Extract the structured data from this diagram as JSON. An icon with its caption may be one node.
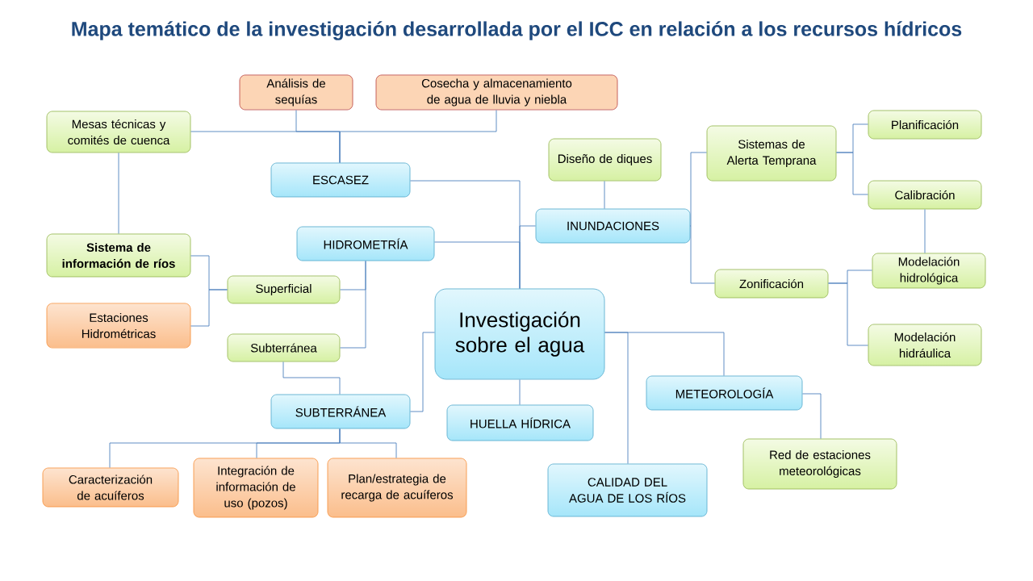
{
  "diagram": {
    "title": "Mapa temático de la investigación desarrollada por el ICC en relación a los recursos hídricos",
    "nodes": [
      {
        "text": [
          "Análisis de sequías"
        ]
      },
      {
        "text": [
          "Cosecha y almacenamiento de agua de lluvia y niebla"
        ]
      },
      {
        "text": [
          "Mesas técnicas y comités de cuenca"
        ]
      },
      {
        "text": [
          "ESCASEZ"
        ]
      },
      {
        "text": [
          "Diseño de diques"
        ]
      },
      {
        "text": [
          "Sistemas de Alerta Temprana"
        ]
      },
      {
        "text": [
          "Planificación"
        ]
      },
      {
        "text": [
          "INUNDACIONES"
        ]
      },
      {
        "text": [
          "Calibración"
        ]
      },
      {
        "text": [
          "HIDROMETRÍA"
        ]
      },
      {
        "text": [
          "Sistema de información de ríos"
        ]
      },
      {
        "text": [
          "Modelación hidrológica"
        ]
      },
      {
        "text": [
          "Zonificación"
        ]
      },
      {
        "text": [
          "Superficial"
        ]
      },
      {
        "text": [
          "Investigación sobre el agua"
        ]
      },
      {
        "text": [
          "Estaciones Hidrométricas"
        ]
      },
      {
        "text": [
          "Modelación hidráulica"
        ]
      },
      {
        "text": [
          "Subterránea"
        ]
      },
      {
        "text": [
          "METEOROLOGÍA"
        ]
      },
      {
        "text": [
          "SUBTERRÁNEA"
        ]
      },
      {
        "text": [
          "HUELLA HÍDRICA"
        ]
      },
      {
        "text": [
          "Red de estaciones meteorológicas"
        ]
      },
      {
        "text": [
          "Caracterización de acuíferos"
        ]
      },
      {
        "text": [
          "Integración de información de uso (pozos)"
        ]
      },
      {
        "text": [
          "Plan/estrategia de recarga de acuíferos"
        ]
      },
      {
        "text": [
          "CALIDAD DEL AGUA DE LOS RÍOS"
        ]
      }
    ],
    "edges": [
      {
        "from": 3,
        "to": 0,
        "arrow": "none"
      },
      {
        "from": 3,
        "to": 1,
        "arrow": "none"
      },
      {
        "from": 3,
        "to": 2,
        "arrow": "none"
      },
      {
        "from": 14,
        "to": 3,
        "arrow": "none"
      },
      {
        "from": 14,
        "to": 9,
        "arrow": "none"
      },
      {
        "from": 14,
        "to": 7,
        "arrow": "none"
      },
      {
        "from": 7,
        "to": 4,
        "arrow": "none"
      },
      {
        "from": 7,
        "to": 5,
        "arrow": "none"
      },
      {
        "from": 7,
        "to": 12,
        "arrow": "none"
      },
      {
        "from": 5,
        "to": 6,
        "arrow": "none"
      },
      {
        "from": 5,
        "to": 8,
        "arrow": "none"
      },
      {
        "from": 8,
        "to": 11,
        "arrow": "none"
      },
      {
        "from": 12,
        "to": 11,
        "arrow": "none"
      },
      {
        "from": 12,
        "to": 16,
        "arrow": "none"
      },
      {
        "from": 2,
        "to": 10,
        "arrow": "none"
      },
      {
        "from": 13,
        "to": 10,
        "arrow": "none"
      },
      {
        "from": 13,
        "to": 15,
        "arrow": "none"
      },
      {
        "from": 9,
        "to": 13,
        "arrow": "none"
      },
      {
        "from": 9,
        "to": 17,
        "arrow": "none"
      },
      {
        "from": 17,
        "to": 19,
        "arrow": "none"
      },
      {
        "from": 14,
        "to": 19,
        "arrow": "none"
      },
      {
        "from": 19,
        "to": 22,
        "arrow": "none"
      },
      {
        "from": 19,
        "to": 23,
        "arrow": "none"
      },
      {
        "from": 19,
        "to": 24,
        "arrow": "none"
      },
      {
        "from": 14,
        "to": 20,
        "arrow": "none"
      },
      {
        "from": 14,
        "to": 25,
        "arrow": "none"
      },
      {
        "from": 14,
        "to": 18,
        "arrow": "none"
      },
      {
        "from": 18,
        "to": 21,
        "arrow": "none"
      }
    ]
  }
}
